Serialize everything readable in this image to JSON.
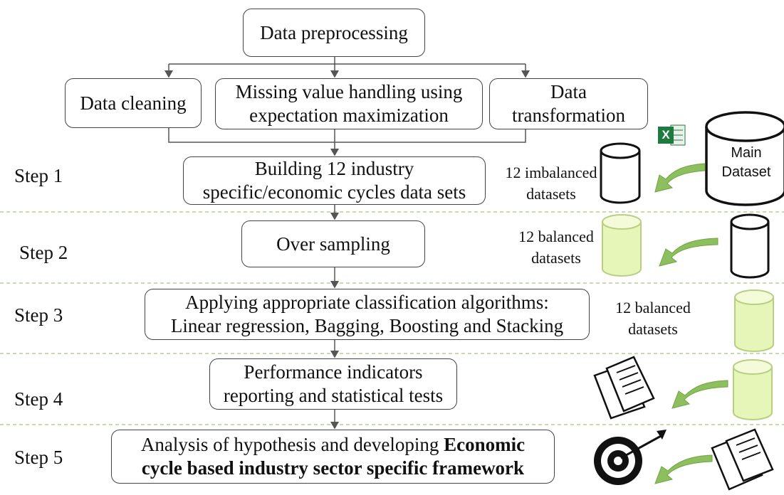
{
  "top": {
    "label": "Data preprocessing"
  },
  "preprocessing": {
    "cleaning": "Data cleaning",
    "missing": [
      "Missing value handling using",
      "expectation maximization"
    ],
    "transformation": [
      "Data",
      "transformation"
    ]
  },
  "steps": [
    {
      "label": "Step 1",
      "text": [
        "Building 12 industry",
        "specific/economic cycles data sets"
      ]
    },
    {
      "label": "Step 2",
      "text": [
        "Over sampling"
      ]
    },
    {
      "label": "Step 3",
      "text": [
        "Applying appropriate classification algorithms:",
        "Linear regression, Bagging, Boosting and Stacking"
      ]
    },
    {
      "label": "Step 4",
      "text": [
        "Performance indicators",
        "reporting and statistical tests"
      ]
    },
    {
      "label": "Step 5",
      "text_regular": "Analysis of hypothesis and developing ",
      "text_bold_1": "Economic",
      "text_bold_2": "cycle based industry sector specific framework"
    }
  ],
  "side": {
    "imbalanced": [
      "12 imbalanced",
      "datasets"
    ],
    "balanced_2": [
      "12 balanced",
      "datasets"
    ],
    "balanced_3": [
      "12 balanced",
      "datasets"
    ],
    "main_dataset": [
      "Main",
      "Dataset"
    ],
    "excel_letter": "X"
  },
  "colors": {
    "arrow_green": "#8dbf5e",
    "cylinder_green": "#e6f5b8",
    "excel_green": "#1f7a40",
    "divider": "#a9c37a"
  }
}
